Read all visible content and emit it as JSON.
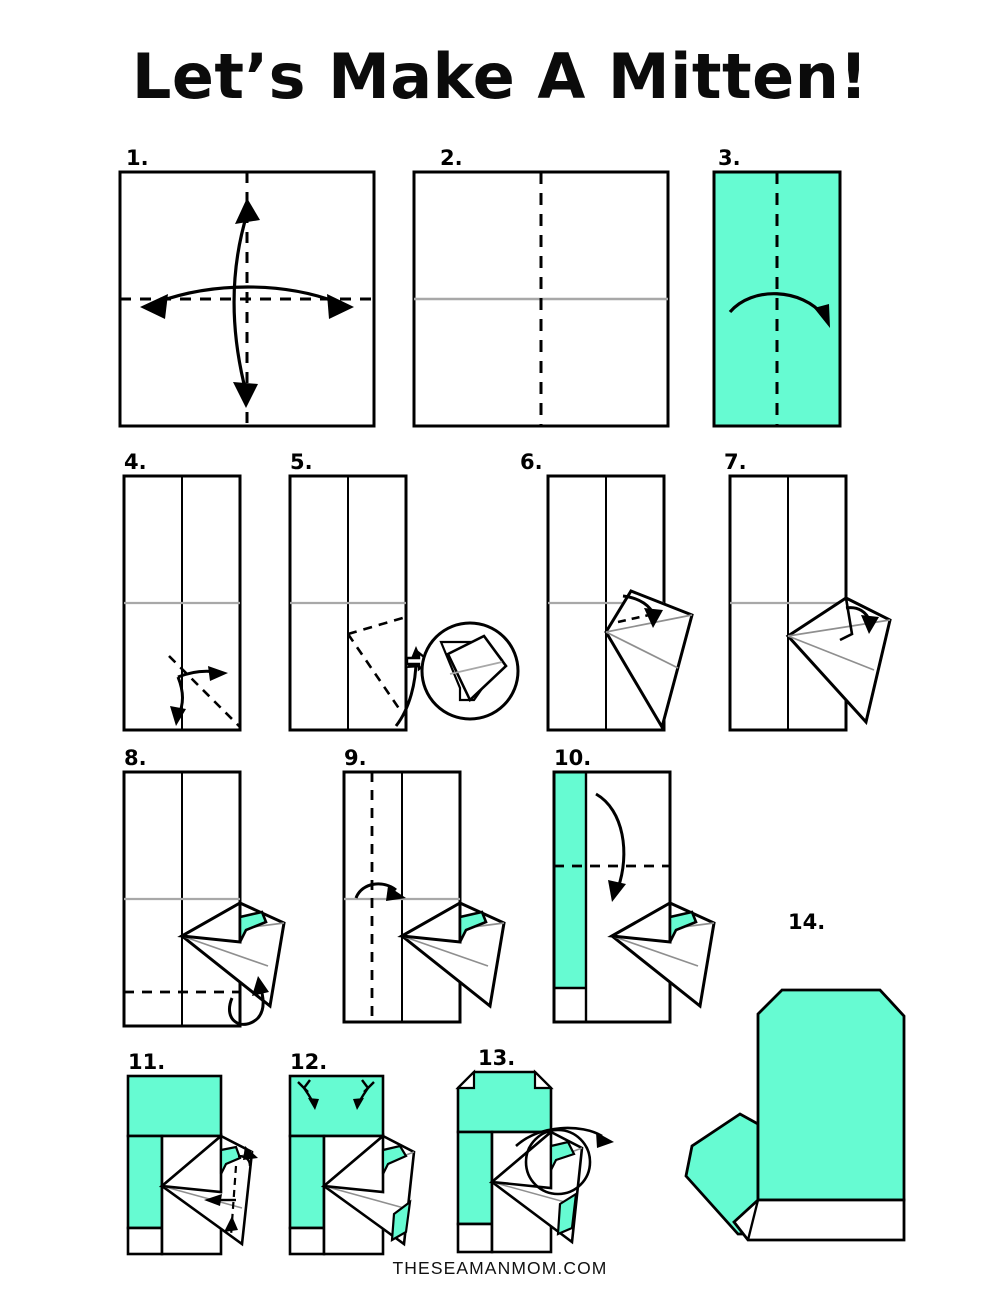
{
  "page": {
    "title": "Let’s Make A Mitten!",
    "footer": "THESEAMANMOM.COM",
    "background_color": "#ffffff"
  },
  "colors": {
    "paper_front": "#66FBD2",
    "paper_back": "#ffffff",
    "outline": "#000000",
    "crease_gray": "#a8a8a8",
    "text": "#000000"
  },
  "legend": {
    "dashed_line": "fold line",
    "gray_line": "existing crease",
    "arrow": "fold direction",
    "circle_inset": "detail zoom"
  },
  "diagram": {
    "type": "origami-instructions",
    "craft": "paper mitten",
    "total_steps": 14,
    "rows": [
      {
        "steps": [
          "1",
          "2",
          "3"
        ]
      },
      {
        "steps": [
          "4",
          "5",
          "6",
          "7"
        ]
      },
      {
        "steps": [
          "8",
          "9",
          "10",
          "14"
        ]
      },
      {
        "steps": [
          "11",
          "12",
          "13"
        ]
      }
    ]
  },
  "steps": [
    {
      "number": "1.",
      "label": "square-fold-both-diagonals-crease",
      "shape": "square",
      "fill": "white",
      "creases": [
        "vertical-center-dashed",
        "horizontal-center-dashed"
      ],
      "arrows": [
        "double-headed-vertical-curve",
        "double-headed-horizontal-curve"
      ]
    },
    {
      "number": "2.",
      "label": "square-with-horizontal-crease",
      "shape": "square",
      "fill": "white",
      "creases": [
        "horizontal-center-gray",
        "vertical-center-dashed"
      ],
      "arrows": []
    },
    {
      "number": "3.",
      "label": "teal-rectangle-fold-in-half",
      "shape": "rectangle",
      "fill": "teal",
      "creases": [
        "vertical-center-dashed"
      ],
      "arrows": [
        "curve-right"
      ]
    },
    {
      "number": "4.",
      "label": "tall-rectangle-diagonal-fold",
      "shape": "tall-rectangle",
      "fill": "white",
      "creases": [
        "vertical-center",
        "horizontal-center-gray",
        "diagonal-dashed"
      ],
      "arrows": [
        "double-headed-diagonal"
      ]
    },
    {
      "number": "5.",
      "label": "tall-rectangle-open-pocket",
      "shape": "tall-rectangle",
      "fill": "white",
      "creases": [
        "vertical-center",
        "horizontal-center-gray",
        "diagonal-dashed-pair"
      ],
      "arrows": [
        "curve-up-right",
        "push-arrow"
      ],
      "inset": "circle-detail"
    },
    {
      "number": "6.",
      "label": "thumb-flap-formed",
      "shape": "tall-rectangle-with-flap",
      "fill": "white",
      "creases": [
        "vertical-center",
        "horizontal-center-gray",
        "dashed-short"
      ],
      "arrows": [
        "curve-down"
      ]
    },
    {
      "number": "7.",
      "label": "thumb-tip-folded-in",
      "shape": "tall-rectangle-with-flap",
      "fill": "white",
      "creases": [
        "vertical-center",
        "horizontal-center-gray"
      ],
      "arrows": [
        "curve-down-small"
      ]
    },
    {
      "number": "8.",
      "label": "bottom-edge-fold-up",
      "shape": "tall-rectangle-with-flap",
      "fill": "white",
      "accent": "teal-thumb-notch",
      "creases": [
        "vertical-center",
        "horizontal-center-gray",
        "horizontal-bottom-dashed"
      ],
      "arrows": [
        "loop-up"
      ]
    },
    {
      "number": "9.",
      "label": "left-panel-fold-over",
      "shape": "tall-rectangle-with-flap",
      "fill": "white",
      "accent": "teal-thumb-notch",
      "creases": [
        "vertical-left-dashed",
        "horizontal-center-gray"
      ],
      "arrows": [
        "curve-right",
        "arrow-left"
      ]
    },
    {
      "number": "10.",
      "label": "top-section-fold-down",
      "shape": "tall-rectangle-with-flap",
      "fill": "white",
      "accent": "teal-left-strip",
      "creases": [
        "horizontal-dashed"
      ],
      "arrows": [
        "curve-down-long"
      ]
    },
    {
      "number": "11.",
      "label": "top-folded-teal-block",
      "shape": "mitten-body",
      "fill": "teal",
      "creases": [
        "diagonal-dashed-right"
      ],
      "arrows": [
        "arrow-left",
        "arrow-up"
      ]
    },
    {
      "number": "12.",
      "label": "fold-top-corners",
      "shape": "mitten-body",
      "fill": "teal",
      "creases": [
        "corner-dashed-left",
        "corner-dashed-right"
      ],
      "arrows": [
        "corner-arrow-left",
        "corner-arrow-right"
      ]
    },
    {
      "number": "13.",
      "label": "tuck-thumb-flap",
      "shape": "mitten-body-chamfered",
      "fill": "teal",
      "creases": [],
      "arrows": [
        "curve-right"
      ],
      "inset": "circle-detail"
    },
    {
      "number": "14.",
      "label": "finished-mitten",
      "shape": "mitten",
      "fill": "teal",
      "cuff": "white",
      "creases": [],
      "arrows": []
    }
  ]
}
